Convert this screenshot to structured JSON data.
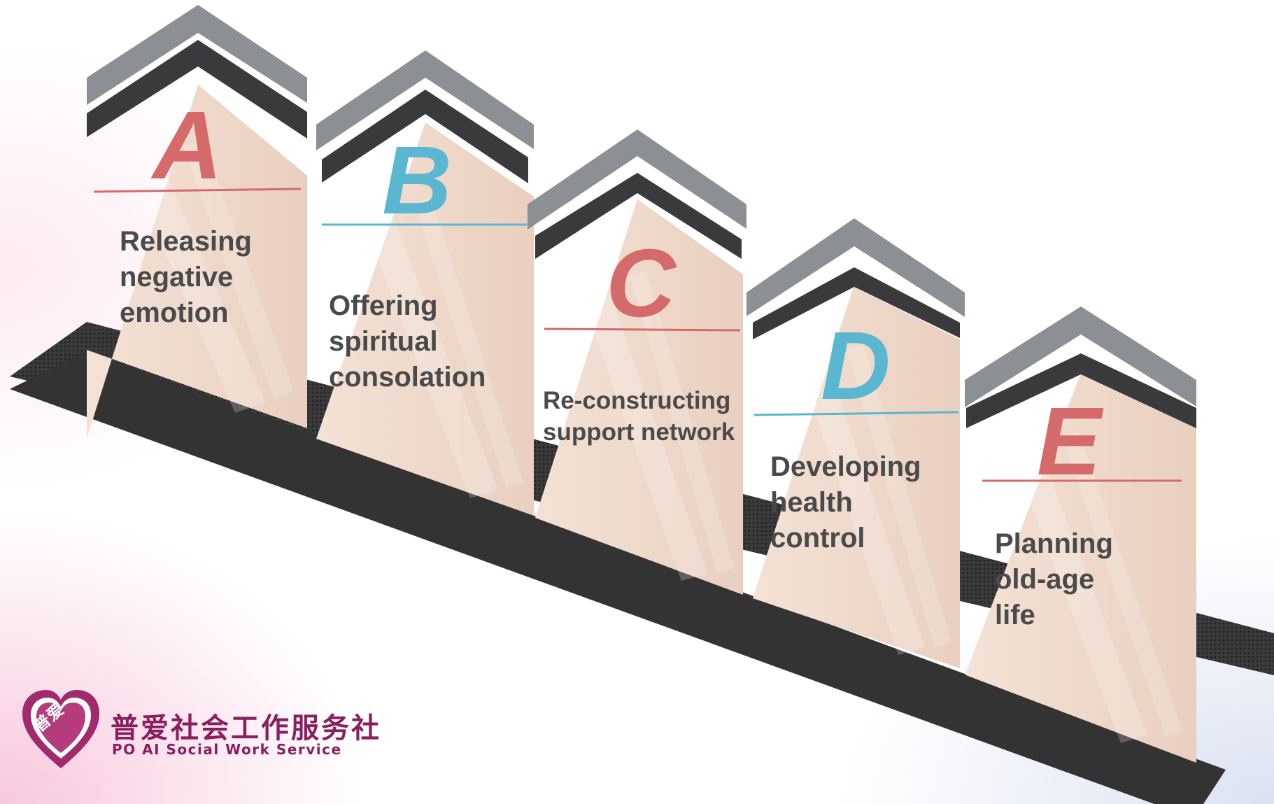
{
  "steps": [
    {
      "letter": "A",
      "letter_color": "#d46a6a",
      "label": "Releasing\nnegative\nemotion"
    },
    {
      "letter": "B",
      "letter_color": "#5bb6d2",
      "label": "Offering\nspiritual\nconsolation"
    },
    {
      "letter": "C",
      "letter_color": "#d46a6a",
      "label": "Re-constructing\nsupport network"
    },
    {
      "letter": "D",
      "letter_color": "#5bb6d2",
      "label": "Developing\nhealth\ncontrol"
    },
    {
      "letter": "E",
      "letter_color": "#d46a6a",
      "label": "Planning\nold-age\nlife"
    }
  ],
  "logo": {
    "name_cn": "普爱社会工作服务社",
    "name_en": "PO AI Social Work Service",
    "stamp": "普爱",
    "color": "#8a1f5f"
  },
  "colors": {
    "house_body": "#f1ddd0",
    "roof_light": "#8c8f94",
    "roof_dark": "#3a3a3c",
    "base": "#333333",
    "accent_red": "#d46a6a",
    "accent_blue": "#5bb6d2",
    "label_text": "#4a4a4c"
  }
}
